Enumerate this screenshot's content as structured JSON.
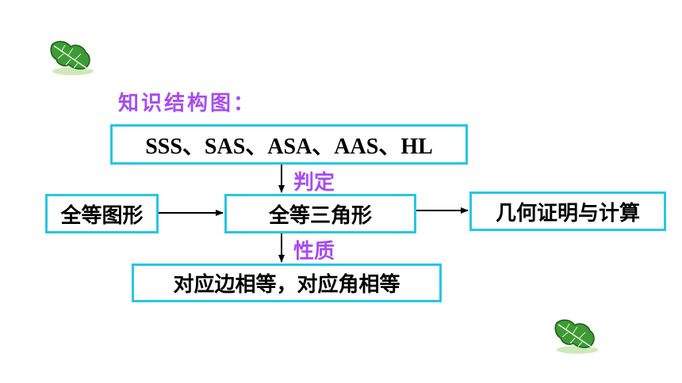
{
  "diagram": {
    "title": "知识结构图：",
    "nodes": {
      "criteria": "SSS、SAS、ASA、AAS、HL",
      "congruent_figures": "全等图形",
      "congruent_triangles": "全等三角形",
      "proof_and_calculation": "几何证明与计算",
      "properties": "对应边相等，对应角相等"
    },
    "edge_labels": {
      "criteria_to_triangles": "判定",
      "triangles_to_properties": "性质"
    },
    "edges": [
      {
        "from": "criteria",
        "to": "congruent_triangles",
        "label": "判定"
      },
      {
        "from": "congruent_figures",
        "to": "congruent_triangles"
      },
      {
        "from": "congruent_triangles",
        "to": "proof_and_calculation"
      },
      {
        "from": "congruent_triangles",
        "to": "properties",
        "label": "性质"
      }
    ],
    "colors": {
      "box_border": "#27c6e6",
      "accent_text": "#a64cf0",
      "arrow": "#000000",
      "leaf": "#3c9b35"
    },
    "decorations": [
      "leaf-icon",
      "leaf-icon"
    ]
  }
}
